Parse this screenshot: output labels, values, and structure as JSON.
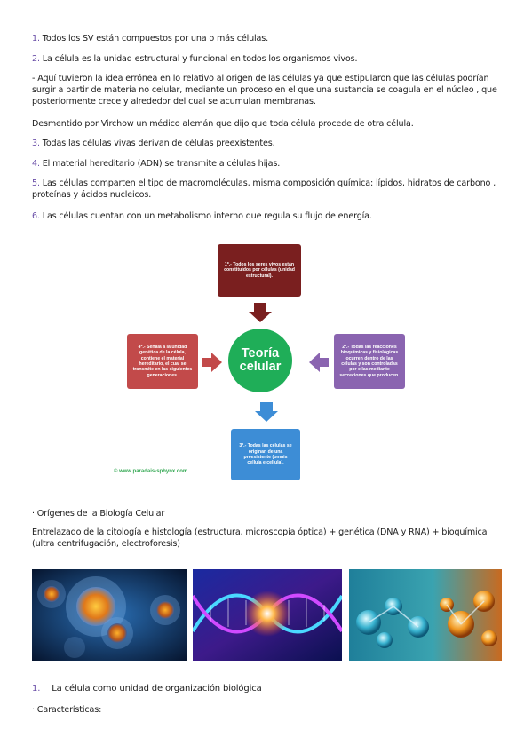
{
  "list": [
    {
      "num": "1.",
      "text": " Todos los SV están compuestos por una o más células."
    },
    {
      "num": "2.",
      "text": " La célula es la unidad estructural y funcional en todos los organismos vivos."
    }
  ],
  "note": "- Aquí tuvieron la idea errónea en lo relativo al origen de las células ya que estipularon que las células podrían surgir a partir de materia no celular, mediante un proceso en el que una sustancia se coagula en el núcleo , que posteriormente crece y alrededor del cual se acumulan membranas.",
  "virchow": "Desmentido por Virchow un médico alemán que dijo que toda célula procede de otra célula.",
  "list2": [
    {
      "num": "3.",
      "text": " Todas las células vivas derivan de células preexistentes."
    },
    {
      "num": "4.",
      "text": " El material hereditario (ADN) se transmite a células hijas."
    },
    {
      "num": "5.",
      "text": " Las células comparten el tipo de macromoléculas, misma composición química: lípidos, hidratos de carbono , proteínas y ácidos nucleicos."
    },
    {
      "num": "6.",
      "text": " Las células cuentan con un metabolismo interno que regula su flujo de energía."
    }
  ],
  "diagram": {
    "center": "Teoría celular",
    "top": "1º.- Todos los seres vivos están constituidos por células (unidad estructural).",
    "right": "2º.- Todas las reacciones bioquímicas y fisiológicas ocurren dentro de las células y son controladas por ellas mediante secreciones que producen.",
    "bottom": "3º.- Todas las células se originan de una preexistente (omnis cellula e cellula).",
    "left": "4º.- Señala a la unidad genética de la célula, contiene el material hereditario, el cual se transmite en las siguientes generaciones.",
    "watermark": "© www.paradais-sphynx.com",
    "colors": {
      "top": "#7a1f1f",
      "left": "#c24a4a",
      "right": "#8a64b0",
      "bottom": "#3d8dd6",
      "center": "#1fae58"
    }
  },
  "origins_heading": "· Orígenes de la Biología Celular",
  "origins_text": "Entrelazado de la citología e histología (estructura, microscopía óptica) + genética (DNA y RNA) + bioquímica (ultra centrifugación, electroforesis)",
  "section": {
    "num": "1.",
    "text": "La célula como unidad de organización biológica"
  },
  "features": "· Características:"
}
